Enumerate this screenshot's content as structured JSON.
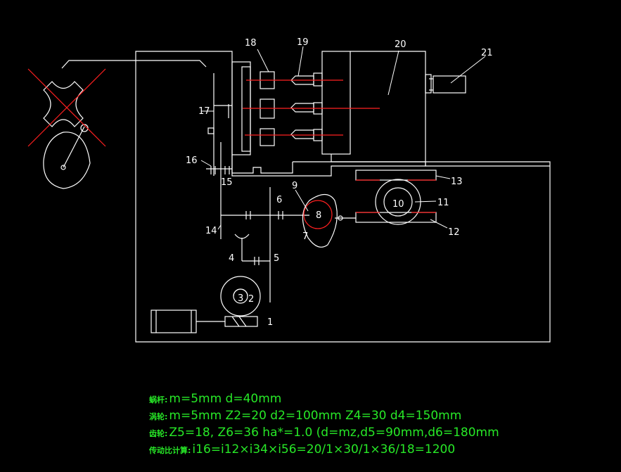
{
  "colors": {
    "background": "#000000",
    "stroke": "#ffffff",
    "centerline": "#ff2020",
    "note_text": "#27e827"
  },
  "part_labels": [
    "1",
    "2",
    "3",
    "4",
    "5",
    "6",
    "7",
    "8",
    "9",
    "10",
    "11",
    "12",
    "13",
    "14",
    "15",
    "16",
    "17",
    "18",
    "19",
    "20",
    "21"
  ],
  "notes": [
    {
      "key": "蜗杆:",
      "text": "m=5mm    d=40mm"
    },
    {
      "key": "涡轮:",
      "text": "m=5mm    Z2=20    d2=100mm    Z4=30    d4=150mm"
    },
    {
      "key": "齿轮:",
      "text": "Z5=18,  Z6=36  ha*=1.0    (d=mz,d5=90mm,d6=180mm"
    },
    {
      "key": "传动比计算:",
      "text": "i16=i12×i34×i56=20/1×30/1×36/18=1200"
    }
  ]
}
